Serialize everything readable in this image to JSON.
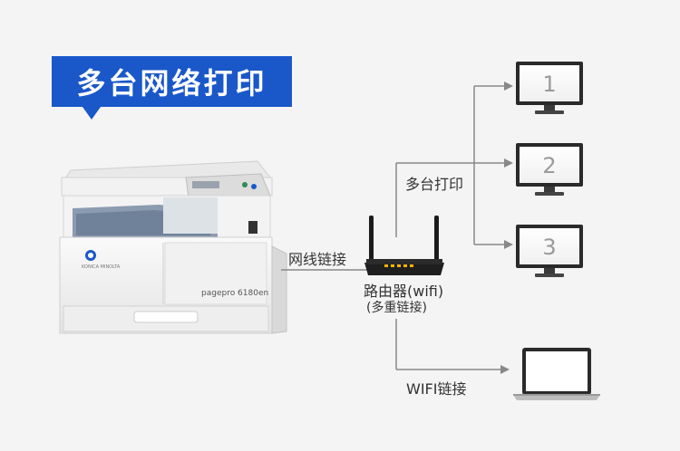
{
  "title": "多台网络打印",
  "printer": {
    "brand_text": "KONICA MINOLTA",
    "model_text": "pagepro 6180en"
  },
  "connections": {
    "wired_label": "网线链接",
    "multi_print_label": "多台打印",
    "wifi_label": "WIFI链接"
  },
  "router": {
    "name": "路由器(wifi)",
    "subtitle": "(多重链接)"
  },
  "monitors": [
    {
      "number": "1"
    },
    {
      "number": "2"
    },
    {
      "number": "3"
    }
  ],
  "colors": {
    "badge_blue": "#1a58c9",
    "line_gray": "#888888",
    "background": "#f4f4f4"
  }
}
